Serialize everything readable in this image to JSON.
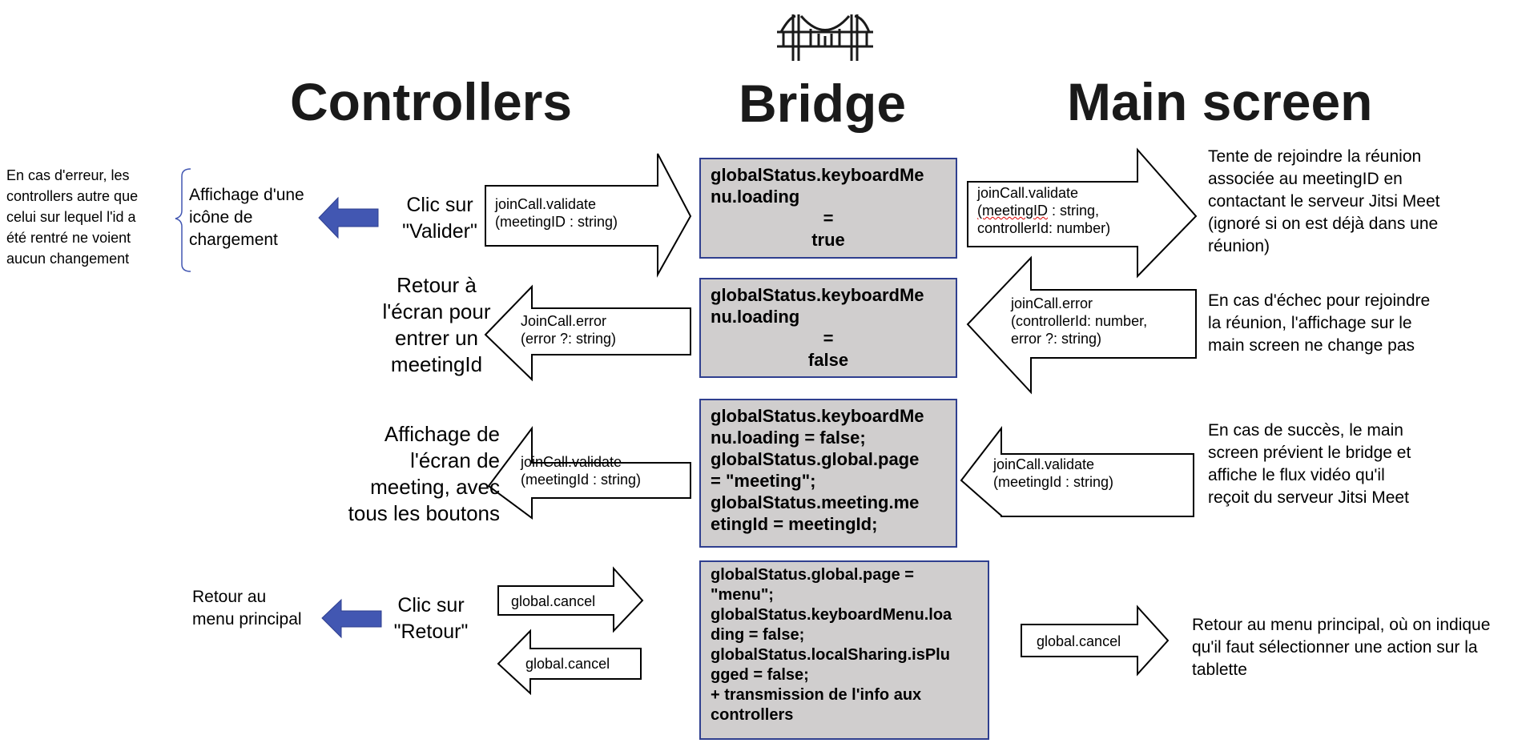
{
  "headers": {
    "controllers": "Controllers",
    "bridge": "Bridge",
    "main_screen": "Main screen"
  },
  "icons": {
    "bridge": "bridge-icon",
    "action_arrow": "left-arrow-icon"
  },
  "colors": {
    "box_fill": "#d0cece",
    "box_border": "#2f3f8f",
    "action_arrow": "#4257b2"
  },
  "left_side": {
    "error_note": [
      "En cas d'erreur, les",
      "controllers autre que",
      "celui sur lequel l'id a",
      "été rentré ne voient",
      "aucun changement"
    ],
    "loading_icon": [
      "Affichage d'une",
      "icône de",
      "chargement"
    ],
    "retour_menu": [
      "Retour au",
      "menu principal"
    ]
  },
  "controller_actions": {
    "clic_valider": [
      "Clic sur",
      "\"Valider\""
    ],
    "retour_ecran": [
      "Retour à",
      "l'écran pour",
      "entrer un",
      "meetingId"
    ],
    "affichage_meeting": [
      "Affichage de",
      "l'écran de",
      "meeting, avec",
      "tous les boutons"
    ],
    "clic_retour": [
      "Clic sur",
      "\"Retour\""
    ]
  },
  "arrows": {
    "a1": [
      "joinCall.validate",
      "(meetingID : string)"
    ],
    "a2": [
      "JoinCall.error",
      "(error ?: string)"
    ],
    "a3": [
      "joinCall.validate",
      "(meetingId : string)"
    ],
    "a4": "global.cancel",
    "a5": "global.cancel",
    "r1": [
      "joinCall.validate",
      "(meetingID",
      " : string,",
      "controllerId: number)"
    ],
    "r2": [
      "joinCall.error",
      "(controllerId: number,",
      "error ?: string)"
    ],
    "r3": [
      "joinCall.validate",
      "(meetingId : string)"
    ],
    "r4": "global.cancel"
  },
  "bridge_boxes": {
    "b1": [
      "globalStatus.keyboardMe",
      "nu.loading",
      "=",
      "true"
    ],
    "b2": [
      "globalStatus.keyboardMe",
      "nu.loading",
      "=",
      "false"
    ],
    "b3": [
      "globalStatus.keyboardMe",
      "nu.loading = false;",
      "globalStatus.global.page",
      "= \"meeting\";",
      "globalStatus.meeting.me",
      "etingId = meetingId;"
    ],
    "b4": [
      "globalStatus.global.page =",
      "\"menu\";",
      "globalStatus.keyboardMenu.loa",
      "ding = false;",
      "globalStatus.localSharing.isPlu",
      "gged = false;",
      "+ transmission de l'info aux",
      "controllers"
    ]
  },
  "right_side": {
    "t1": [
      "Tente de rejoindre la réunion",
      "associée au meetingID en",
      "contactant le serveur Jitsi Meet",
      "(ignoré si on est déjà dans une",
      "réunion)"
    ],
    "t2": [
      "En cas d'échec pour rejoindre",
      "la réunion, l'affichage sur le",
      "main screen ne change pas"
    ],
    "t3": [
      "En cas de succès, le main",
      "screen prévient le bridge et",
      "affiche le flux vidéo qu'il",
      "reçoit du serveur Jitsi Meet"
    ],
    "t4": [
      "Retour au menu principal, où on indique",
      "qu'il faut sélectionner une action sur la",
      "tablette"
    ]
  }
}
